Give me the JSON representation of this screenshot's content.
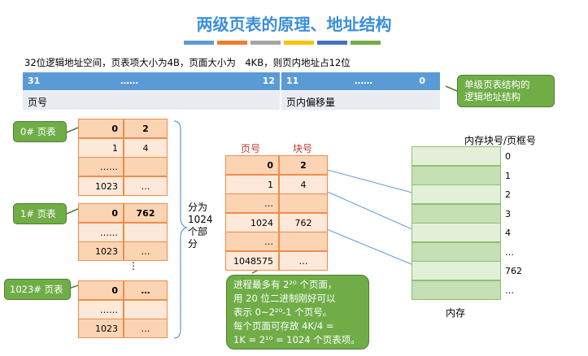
{
  "title": "两级页表的原理、地址结构",
  "title_bar_colors": [
    "#5b9bd5",
    "#ed7d31",
    "#a5a5a5",
    "#ffc000",
    "#4472c4",
    "#70ad47"
  ],
  "description": "32位逻辑地址空间，页表项大小为4B，页面大小为　4KB，则页内地址占12位",
  "address_bar": {
    "left_high": "31",
    "left_dots": "……",
    "left_low": "12",
    "right_high": "11",
    "right_dots": "……",
    "right_low": "0",
    "left_label": "页号",
    "right_label": "页内偏移量"
  },
  "callout_single": "单级页表结构的\n逻辑地址结构",
  "tables": [
    {
      "label": "0# 页表",
      "rows": [
        {
          "page": "0",
          "frame": "2",
          "bold": true
        },
        {
          "page": "1",
          "frame": "4"
        },
        {
          "page": "……",
          "frame": ""
        },
        {
          "page": "1023",
          "frame": "…"
        }
      ]
    },
    {
      "label": "1# 页表",
      "rows": [
        {
          "page": "0",
          "frame": "762",
          "bold": true
        },
        {
          "page": "……",
          "frame": ""
        },
        {
          "page": "1023",
          "frame": "…"
        }
      ]
    },
    {
      "label": "1023# 页表",
      "rows": [
        {
          "page": "0",
          "frame": "…",
          "bold": true
        },
        {
          "page": "……",
          "frame": ""
        },
        {
          "page": "1023",
          "frame": "…"
        }
      ]
    }
  ],
  "vertical_dots": "⋮",
  "brace_text": "分为\n1024\n个部\n分",
  "single_table": {
    "col_page": "页号",
    "col_frame": "块号",
    "rows": [
      {
        "page": "0",
        "frame": "2",
        "bold": true
      },
      {
        "page": "1",
        "frame": "4"
      },
      {
        "page": "…",
        "frame": ""
      },
      {
        "page": "1024",
        "frame": "762"
      },
      {
        "page": "…",
        "frame": ""
      },
      {
        "page": "1048575",
        "frame": "…"
      }
    ]
  },
  "callout_process": "进程最多有 2²⁰ 个页面，\n用 20 位二进制刚好可以\n表示 0~2²⁰-1 个页号。\n每个页面可存放 4K/4 =\n1K = 2¹⁰ = 1024 个页表项。",
  "memory": {
    "title": "内存块号/页框号",
    "caption": "内存",
    "labels": [
      "0",
      "1",
      "2",
      "3",
      "4",
      "…",
      "762",
      "…"
    ]
  },
  "colors": {
    "accent_blue": "#5b9bd5",
    "callout_green": "#70ad47",
    "cell_border": "#f08c4a",
    "arrow": "#5b9bd5"
  }
}
